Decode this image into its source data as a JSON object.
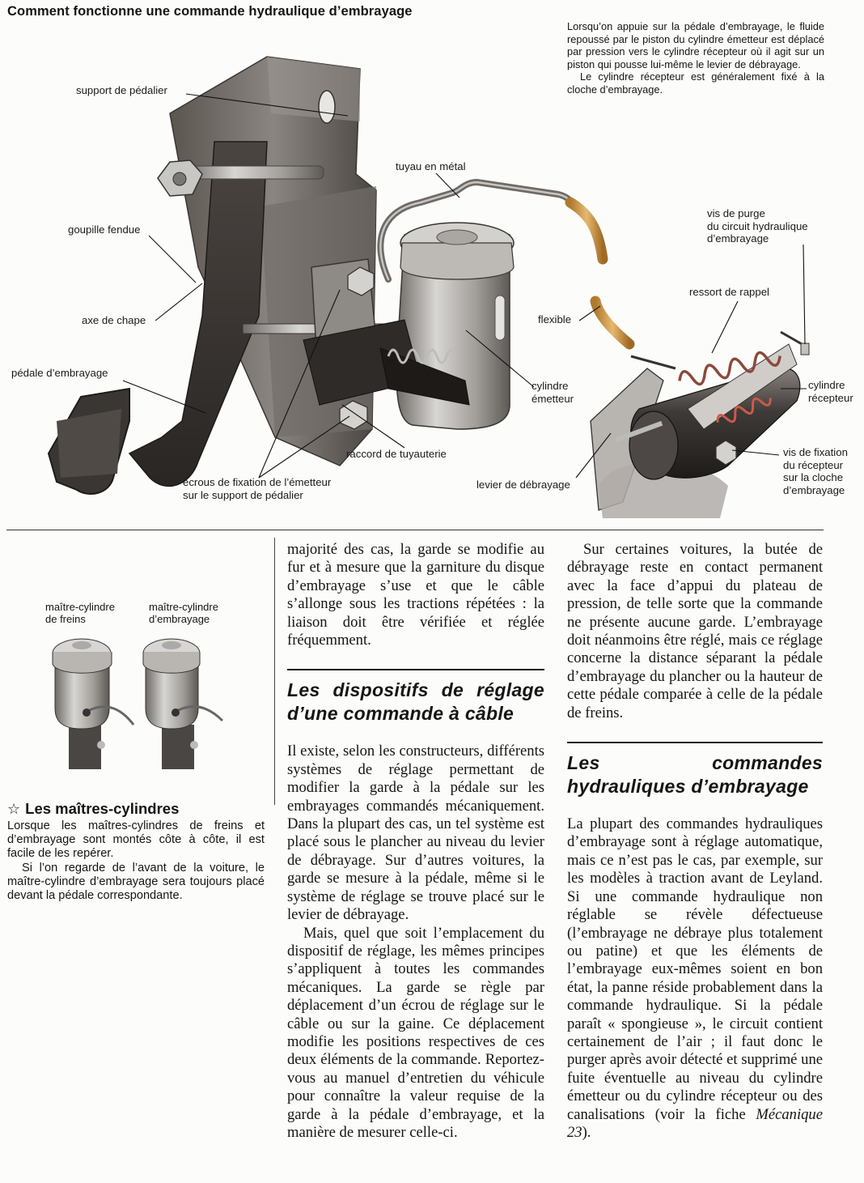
{
  "title": "Comment fonctionne une commande hydraulique d’embrayage",
  "intro": {
    "p1": "Lorsqu’on appuie sur la pédale d’embrayage, le fluide repoussé par le piston du cylindre émetteur est déplacé par pression vers le cylindre récepteur où il agit sur un piston qui pousse lui-même le levier de débrayage.",
    "p2": "Le cylindre récepteur est généralement fixé à la cloche d’embrayage."
  },
  "labels": {
    "support": "support de pédalier",
    "tuyau": "tuyau en métal",
    "goupille": "goupille fendue",
    "axe": "axe de chape",
    "pedale": "pédale d’embrayage",
    "ecrous_1": "écrous de fixation de l’émetteur",
    "ecrous_2": "sur le support de pédalier",
    "raccord": "raccord de tuyauterie",
    "cyl_em_1": "cylindre",
    "cyl_em_2": "émetteur",
    "flexible": "flexible",
    "levier": "levier de débrayage",
    "vis_purge_1": "vis de purge",
    "vis_purge_2": "du circuit hydraulique",
    "vis_purge_3": "d’embrayage",
    "ressort": "ressort de rappel",
    "cyl_rec_1": "cylindre",
    "cyl_rec_2": "récepteur",
    "vis_fix_1": "vis de fixation",
    "vis_fix_2": "du récepteur",
    "vis_fix_3": "sur la cloche",
    "vis_fix_4": "d’embrayage"
  },
  "sidebar": {
    "label_freins_1": "maître-cylindre",
    "label_freins_2": "de freins",
    "label_embr_1": "maître-cylindre",
    "label_embr_2": "d’embrayage",
    "star": "☆",
    "heading": "Les maîtres-cylindres",
    "p1": "Lorsque les maîtres-cylindres de freins et d’embrayage sont montés côte à côte, il est facile de les repérer.",
    "p2": "Si l’on regarde de l’avant de la voiture, le maître-cylindre d’embrayage sera toujours placé devant la pédale correspondante."
  },
  "col2": {
    "p1": "majorité des cas, la garde se modifie au fur et à mesure que la garniture du disque d’embrayage s’use et que le câble s’allonge sous les tractions répétées : la liaison doit être vérifiée et réglée fréquemment.",
    "heading": "Les dispositifs de réglage d’une commande à câble",
    "p2": "Il existe, selon les constructeurs, différents systèmes de réglage permettant de modifier la garde à la pédale sur les embrayages commandés mécaniquement. Dans la plupart des cas, un tel système est placé sous le plancher au niveau du levier de débrayage. Sur d’autres voitures, la garde se mesure à la pédale, même si le système de réglage se trouve placé sur le levier de débrayage.",
    "p3": "Mais, quel que soit l’emplacement du dispositif de réglage, les mêmes principes s’appliquent à toutes les commandes mécaniques. La garde se règle par déplacement d’un écrou de réglage sur le câble ou sur la gaine. Ce déplacement modifie les positions respectives de ces deux éléments de la commande. Reportez-vous au manuel d’entretien du véhicule pour connaître la valeur requise de la garde à la pédale d’embrayage, et la manière de mesurer celle-ci."
  },
  "col3": {
    "p1": "Sur certaines voitures, la butée de débrayage reste en contact permanent avec la face d’appui du plateau de pression, de telle sorte que la commande ne présente aucune garde. L’embrayage doit néanmoins être réglé, mais ce réglage concerne la distance séparant la pédale d’embrayage du plancher ou la hauteur de cette pédale comparée à celle de la pédale de freins.",
    "heading": "Les commandes hydrauliques d’embrayage",
    "p2": "La plupart des commandes hydrauliques d’embrayage sont à réglage automatique, mais ce n’est pas le cas, par exemple, sur les modèles à traction avant de Leyland. Si une commande hydraulique non réglable se révèle défectueuse (l’embrayage ne débraye plus totalement ou patine) et que les éléments de l’embrayage eux-mêmes soient en bon état, la panne réside probablement dans la commande hydraulique. Si la pédale paraît « spongieuse », le circuit contient certainement de l’air ; il faut donc le purger après avoir détecté et supprimé une fuite éventuelle au niveau du cylindre émetteur ou du cylindre récepteur ou des canalisations (voir la fiche",
    "p2_ref": "Mécanique 23",
    "p2_end": ")."
  }
}
